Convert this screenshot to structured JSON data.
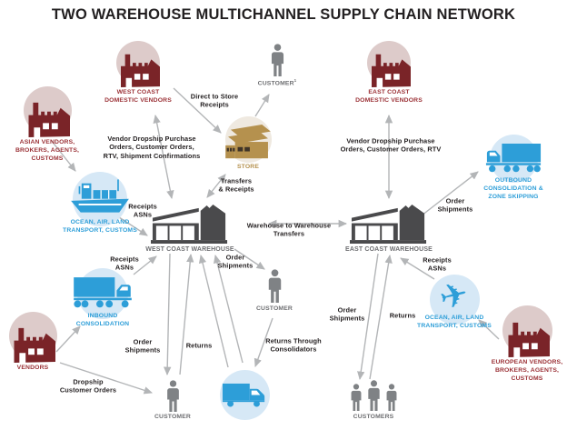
{
  "title": "TWO WAREHOUSE MULTICHANNEL SUPPLY CHAIN NETWORK",
  "colors": {
    "vendor_maroon": "#7a2428",
    "vendor_label": "#9b3136",
    "vendor_circle_pink": "#ddcbca",
    "logistics_blue": "#2d9ed8",
    "logistics_circle_blue": "#d6e8f6",
    "store_tan": "#b5914e",
    "store_circle_beige": "#efe9e0",
    "warehouse_gray": "#4a4a4c",
    "person_gray": "#7f8285",
    "muted_label_gray": "#6d6e71",
    "flow_text": "#231f20",
    "arrow_gray": "#b3b5b7"
  },
  "nodes": {
    "west_vendors": {
      "label": "WEST COAST\nDOMESTIC VENDORS"
    },
    "east_vendors": {
      "label": "EAST COAST\nDOMESTIC VENDORS"
    },
    "asian_vendors": {
      "label": "ASIAN VENDORS,\nBROKERS, AGENTS,\nCUSTOMS"
    },
    "european_vendors": {
      "label": "EUROPEAN VENDORS,\nBROKERS, AGENTS,\nCUSTOMS"
    },
    "vendors": {
      "label": "VENDORS"
    },
    "store": {
      "label": "STORE"
    },
    "customer_top": {
      "label": "CUSTOMER",
      "footnote": "1"
    },
    "customer_mid": {
      "label": "CUSTOMER"
    },
    "customer_bottom": {
      "label": "CUSTOMER"
    },
    "customers": {
      "label": "CUSTOMERS"
    },
    "wc_warehouse": {
      "label": "WEST COAST WAREHOUSE"
    },
    "ec_warehouse": {
      "label": "EAST COAST WAREHOUSE"
    },
    "ocean_west": {
      "label": "OCEAN, AIR, LAND\nTRANSPORT, CUSTOMS"
    },
    "ocean_east": {
      "label": "OCEAN, AIR, LAND\nTRANSPORT, CUSTOMS"
    },
    "outbound": {
      "label": "OUTBOUND\nCONSOLIDATION &\nZONE SKIPPING"
    },
    "inbound": {
      "label": "INBOUND\nCONSOLIDATION"
    }
  },
  "flows": {
    "direct_to_store": "Direct to Store\nReceipts",
    "wc_vendor_dropship": "Vendor Dropship Purchase\nOrders,  Customer Orders,\nRTV, Shipment Confirmations",
    "ec_vendor_dropship": "Vendor Dropship Purchase\nOrders,  Customer Orders, RTV",
    "transfers_receipts": "Transfers\n& Receipts",
    "warehouse_transfers": "Warehouse to Warehouse\nTransfers",
    "receipts_asns_ship": "Receipts\nASNs",
    "receipts_asns_inbound": "Receipts\nASNs",
    "receipts_asns_air": "Receipts\nASNs",
    "order_shipments_outbound": "Order\nShipments",
    "order_shipments_mid": "Order\nShipments",
    "order_shipments_wc": "Order\nShipments",
    "order_shipments_ec": "Order\nShipments",
    "returns_wc": "Returns",
    "returns_ec": "Returns",
    "returns_consolidators": "Returns Through\nConsolidators",
    "dropship_customer_orders": "Dropship\nCustomer Orders"
  }
}
